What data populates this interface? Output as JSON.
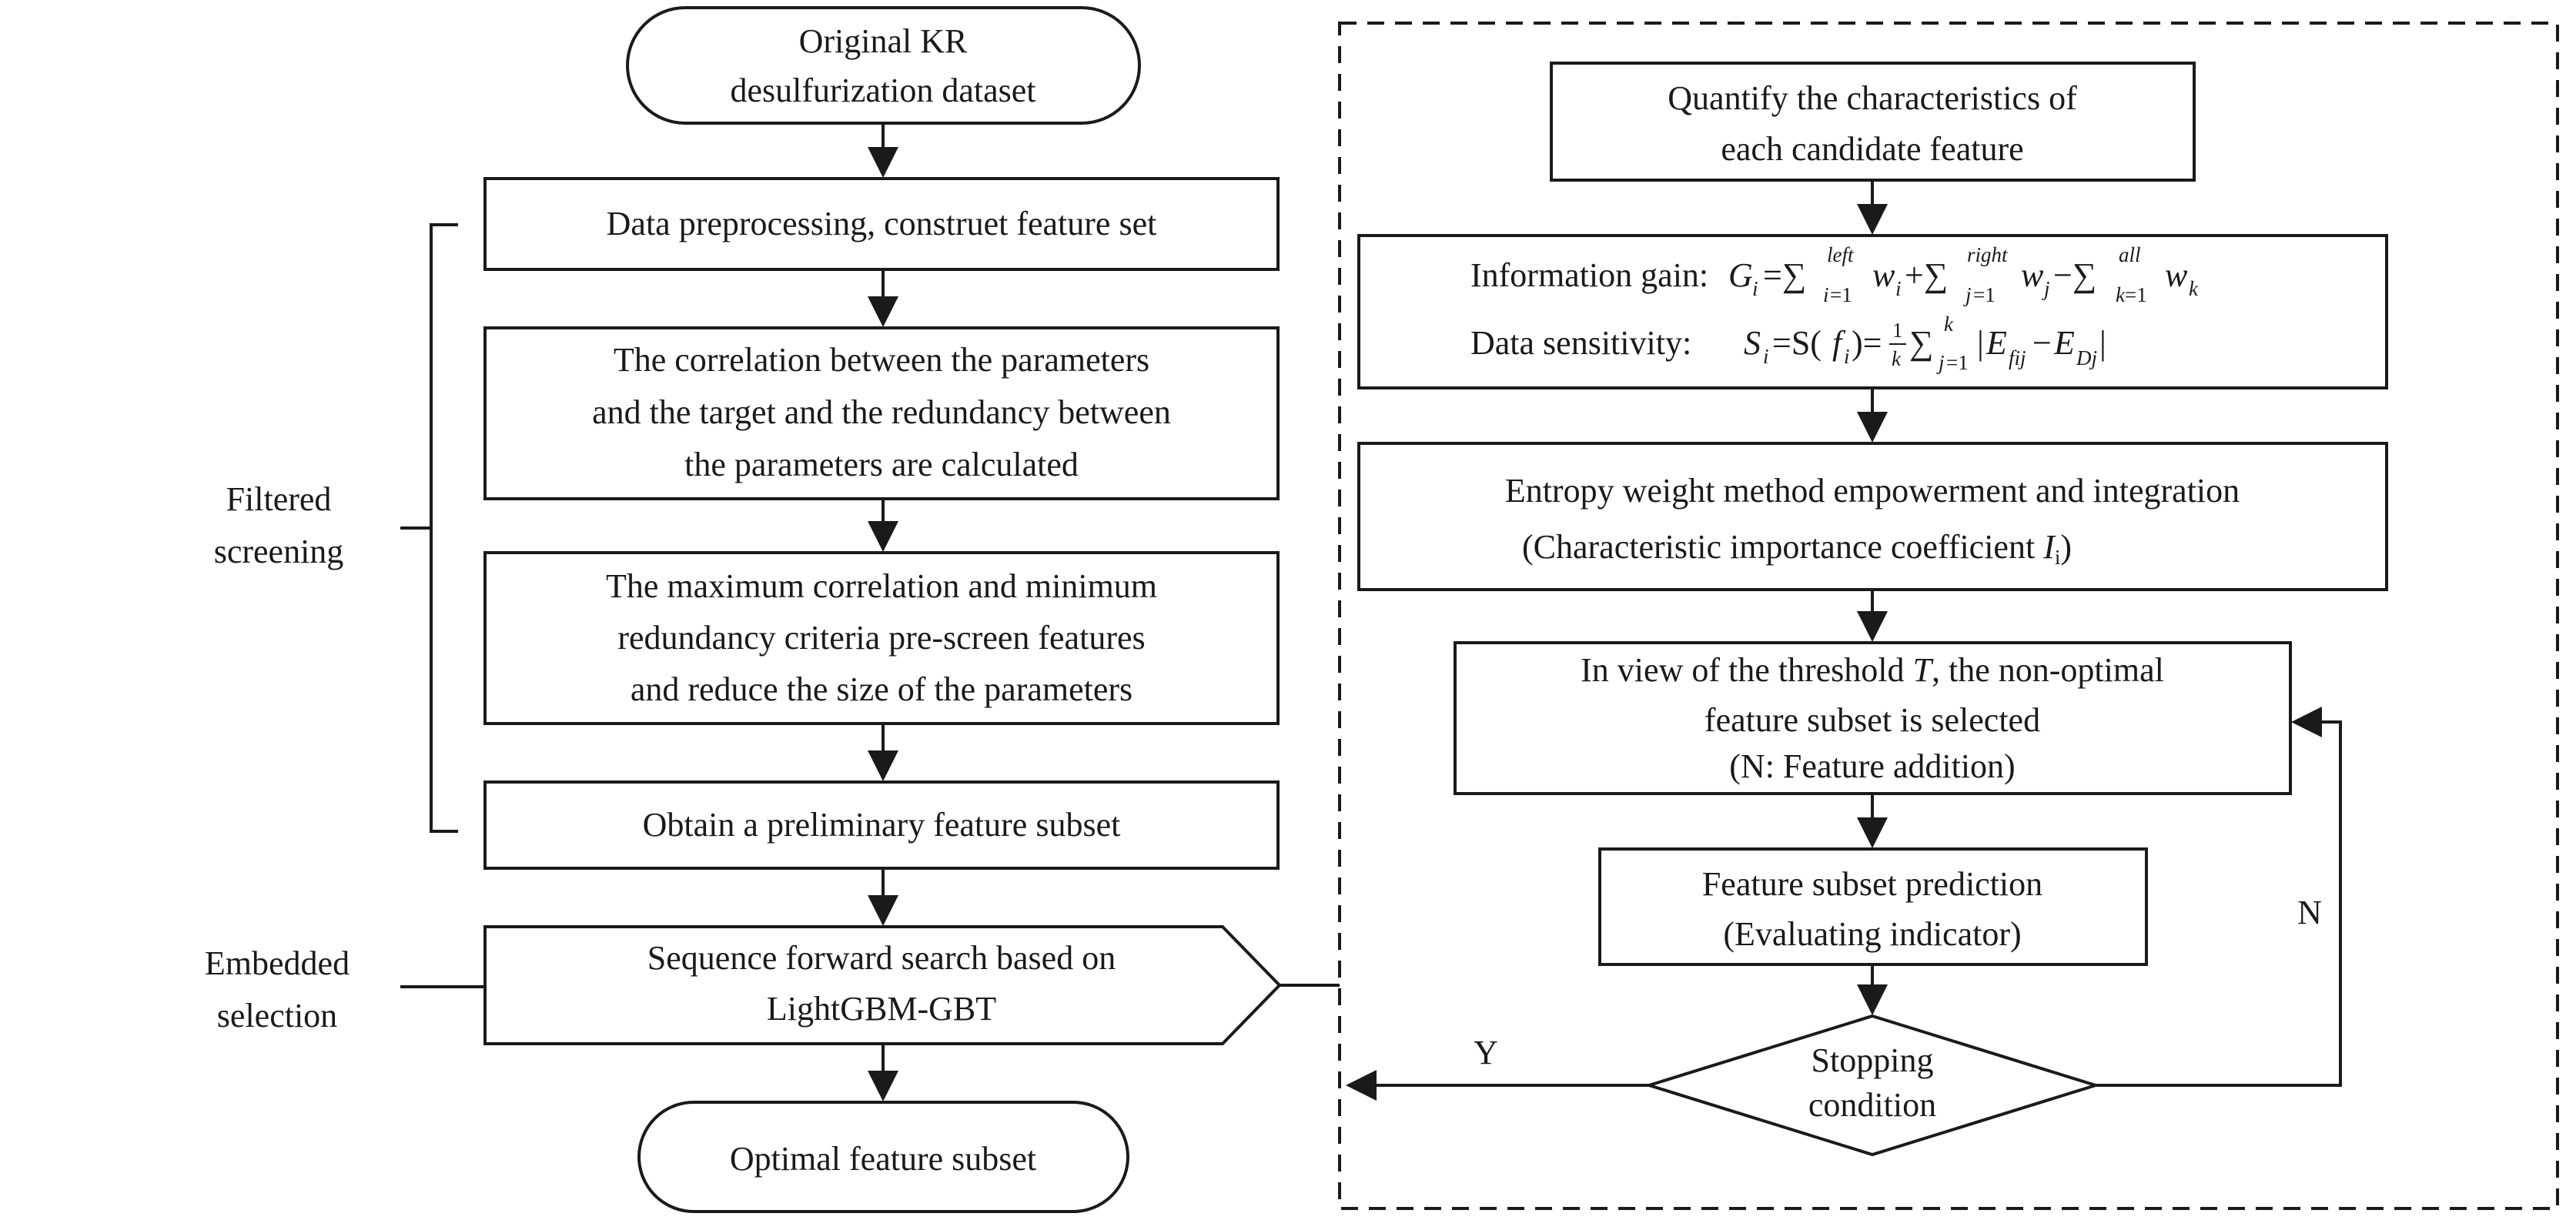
{
  "left": {
    "start": [
      "Original KR",
      "desulfurization dataset"
    ],
    "step1": "Data preprocessing, construet feature set",
    "step2": [
      "The correlation between the parameters",
      "and the target and the redundancy between",
      "the parameters are calculated"
    ],
    "step3": [
      "The maximum correlation and minimum",
      "redundancy criteria pre-screen features",
      "and reduce the size of the parameters"
    ],
    "step4": "Obtain a preliminary feature subset",
    "step5": [
      "Sequence forward search based on",
      "LightGBM-GBT"
    ],
    "end": "Optimal feature subset",
    "filtered_label": [
      "Filtered",
      "screening"
    ],
    "embedded_label": [
      "Embedded",
      "selection"
    ]
  },
  "right": {
    "quantify": [
      "Quantify the characteristics of",
      "each candidate feature"
    ],
    "info_gain_prefix": "Information gain:",
    "data_sens_prefix": "Data sensitivity:",
    "entropy": [
      "Entropy weight method empowerment and integration",
      "(Characteristic importance coefficient "
    ],
    "importance_var": "I",
    "importance_sub": "i",
    "importance_close": ")",
    "threshold": [
      "In view of the threshold ",
      "T",
      ", the non-optimal",
      "feature subset is selected",
      "(N: Feature addition)"
    ],
    "prediction": [
      "Feature subset prediction",
      "(Evaluating indicator)"
    ],
    "stopping": [
      "Stopping",
      "condition"
    ],
    "yes_label": "Y",
    "no_label": "N"
  }
}
